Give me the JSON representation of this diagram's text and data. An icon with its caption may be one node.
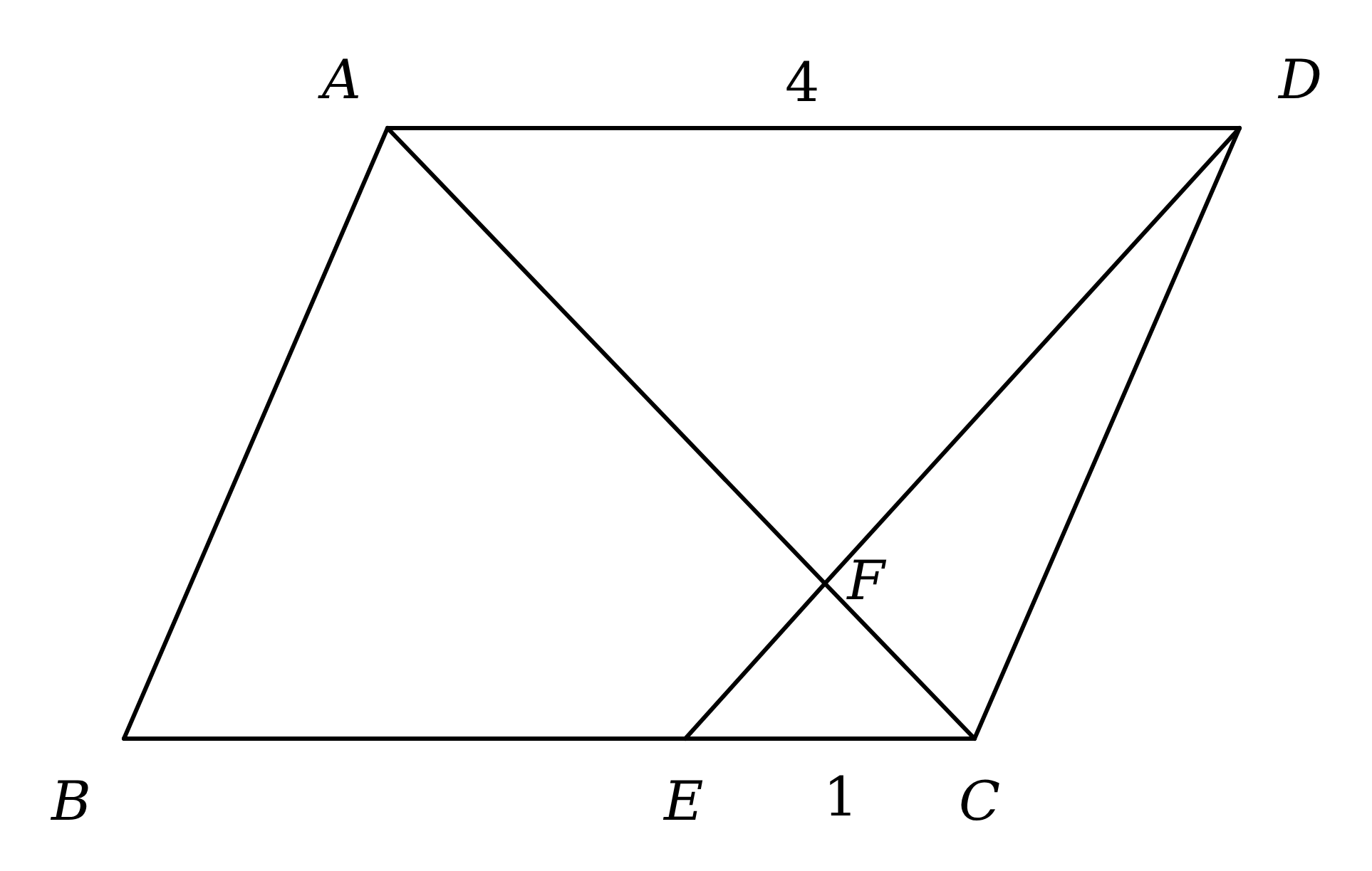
{
  "diagram": {
    "nodes": [
      {
        "text": [
          "A"
        ]
      },
      {
        "text": [
          "D"
        ]
      },
      {
        "text": [
          "F"
        ]
      },
      {
        "text": [
          "B"
        ]
      },
      {
        "text": [
          "E"
        ]
      },
      {
        "text": [
          "C"
        ]
      }
    ],
    "edges": [
      {
        "from": 0,
        "to": 1,
        "arrow": "none",
        "label": "4"
      },
      {
        "from": 0,
        "to": 3,
        "arrow": "none"
      },
      {
        "from": 3,
        "to": 4,
        "arrow": "none"
      },
      {
        "from": 4,
        "to": 5,
        "arrow": "none",
        "label": "1"
      },
      {
        "from": 5,
        "to": 1,
        "arrow": "none"
      },
      {
        "from": 0,
        "to": 2,
        "arrow": "none"
      },
      {
        "from": 2,
        "to": 5,
        "arrow": "none"
      },
      {
        "from": 1,
        "to": 2,
        "arrow": "none"
      },
      {
        "from": 2,
        "to": 4,
        "arrow": "none"
      }
    ]
  }
}
